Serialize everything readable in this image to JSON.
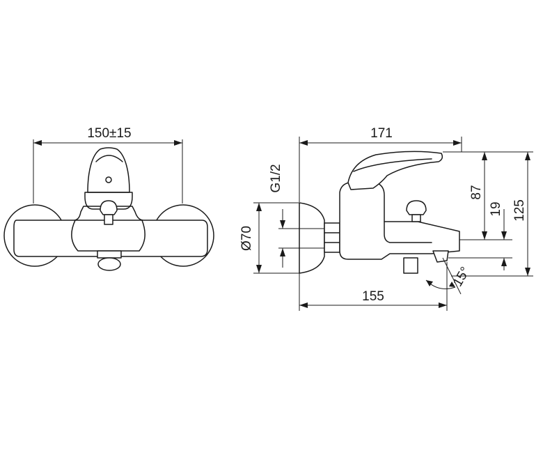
{
  "front_view": {
    "width_label": "150±15"
  },
  "side_view": {
    "total_length_label": "171",
    "spout_length_label": "155",
    "thread_label": "G1/2",
    "rosette_label": "Ø70",
    "height_87_label": "87",
    "height_19_label": "19",
    "height_125_label": "125",
    "angle_label": "15°"
  }
}
